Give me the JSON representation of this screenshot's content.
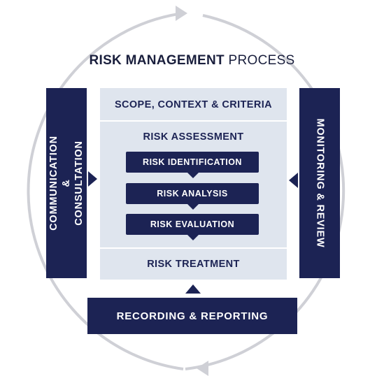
{
  "title": {
    "bold": "RISK MANAGEMENT",
    "light": "PROCESS"
  },
  "left_bar": "COMMUNICATION &\nCONSULTATION",
  "right_bar": "MONITORING & REVIEW",
  "scope": "SCOPE, CONTEXT & CRITERIA",
  "assessment": "RISK ASSESSMENT",
  "steps": [
    "RISK IDENTIFICATION",
    "RISK ANALYSIS",
    "RISK EVALUATION"
  ],
  "treatment": "RISK TREATMENT",
  "recording": "RECORDING & REPORTING",
  "colors": {
    "navy": "#1c2354",
    "panel": "#dfe5ee",
    "ring": "#cfd0d6"
  }
}
